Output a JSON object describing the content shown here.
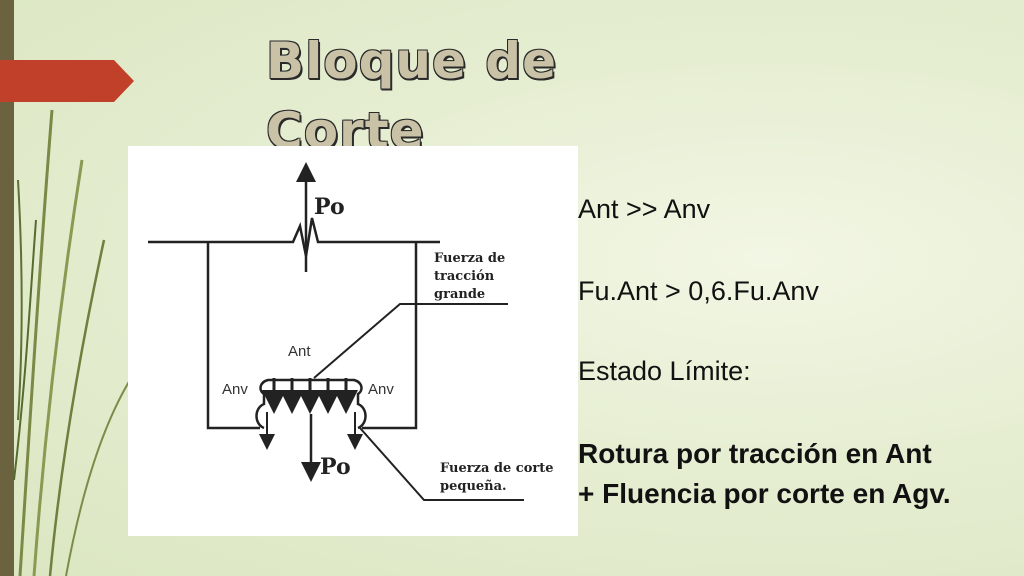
{
  "slide": {
    "title": "Bloque de Corte",
    "lines": [
      "Ant >> Anv",
      "Fu.Ant > 0,6.Fu.Anv",
      "Estado Límite:",
      "Rotura por tracción en Ant",
      "+ Fluencia por corte en Agv."
    ]
  },
  "diagram": {
    "top_load": "Po",
    "bottom_load": "Po",
    "label_ant": "Ant",
    "label_anv_left": "Anv",
    "label_anv_right": "Anv",
    "note_tension_1": "Fuerza de",
    "note_tension_2": "tracción",
    "note_tension_3": "grande",
    "note_shear_1": "Fuerza de corte",
    "note_shear_2": "pequeña."
  },
  "colors": {
    "accent_tab": "#c0402a",
    "left_bar": "#6b6340"
  }
}
